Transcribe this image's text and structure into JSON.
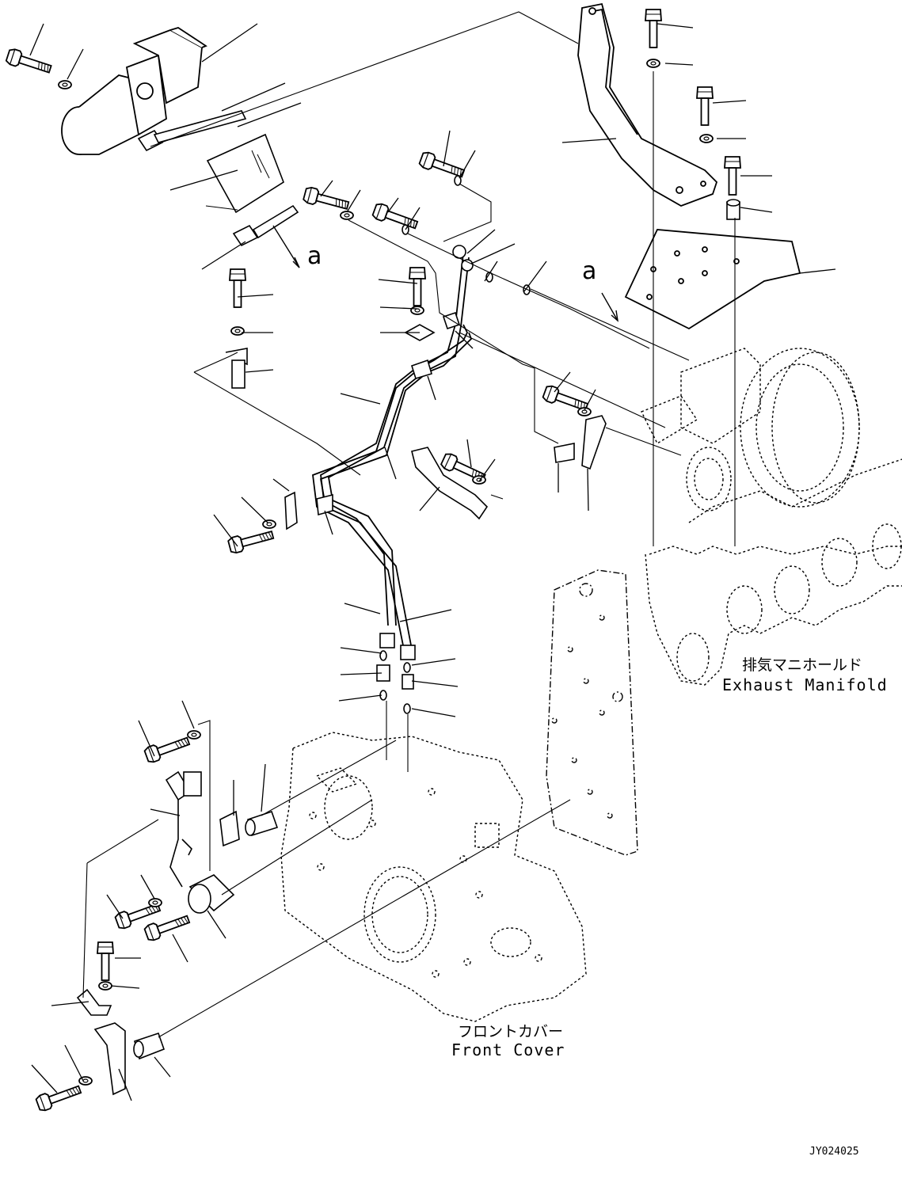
{
  "labels": {
    "exhaust_manifold_jp": "排気マニホールド",
    "exhaust_manifold_en": "Exhaust Manifold",
    "front_cover_jp": "フロントカバー",
    "front_cover_en": "Front Cover",
    "ref_a_left": "a",
    "ref_a_right": "a",
    "drawing_number": "JY024025"
  },
  "icons": {
    "bolt": "hex-bolt-icon",
    "washer": "washer-icon",
    "o_ring": "o-ring-icon",
    "clamp": "clamp-icon",
    "spacer": "spacer-icon"
  }
}
